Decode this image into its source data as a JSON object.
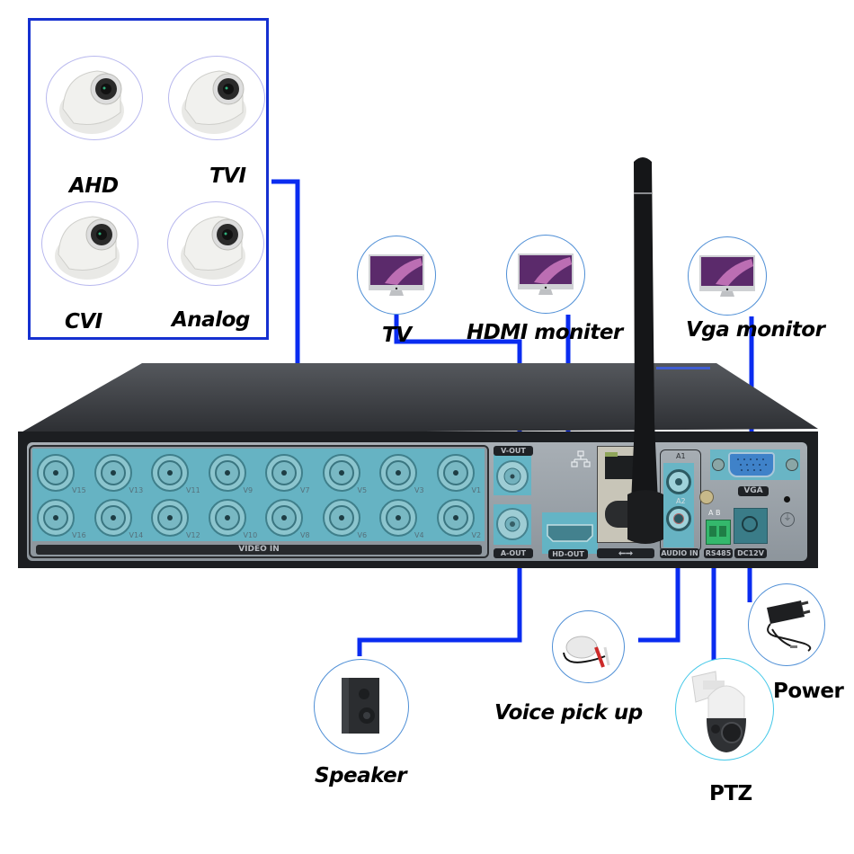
{
  "title": "DVR connection diagram",
  "colors": {
    "wire": "#0a2cf0",
    "camera_box_border": "#1530d0",
    "port_highlight": "#5fb7c9",
    "dvr_body": "#2b2d31",
    "panel": "#9ea6ad"
  },
  "camera_group": {
    "icon": "dome-camera-icon",
    "cameras": [
      {
        "label": "AHD"
      },
      {
        "label": "TVI"
      },
      {
        "label": "CVI"
      },
      {
        "label": "Analog"
      }
    ]
  },
  "displays": [
    {
      "label": "TV",
      "icon": "monitor-icon",
      "connects_to": "V-OUT"
    },
    {
      "label": "HDMI moniter",
      "icon": "monitor-icon",
      "connects_to": "HD-OUT"
    },
    {
      "label": "Vga monitor",
      "icon": "monitor-icon",
      "connects_to": "VGA"
    }
  ],
  "peripherals": [
    {
      "label": "Speaker",
      "icon": "speaker-icon",
      "connects_to": "A-OUT"
    },
    {
      "label": "Voice pick up",
      "icon": "microphone-icon",
      "connects_to": "AUDIO IN"
    },
    {
      "label": "PTZ",
      "icon": "ptz-camera-icon",
      "connects_to": "RS485"
    },
    {
      "label": "Power",
      "icon": "power-adapter-icon",
      "connects_to": "DC12V"
    }
  ],
  "dvr": {
    "video_in_label": "VIDEO IN",
    "video_ports_top": [
      "V15",
      "V13",
      "V11",
      "V9",
      "V7",
      "V5",
      "V3",
      "V1"
    ],
    "video_ports_bottom": [
      "V16",
      "V14",
      "V12",
      "V10",
      "V8",
      "V6",
      "V4",
      "V2"
    ],
    "v_out": "V-OUT",
    "a_out": "A-OUT",
    "hd_out": "HD-OUT",
    "usb_symbol": "⭠⭢",
    "audio_in": "AUDIO IN",
    "a1": "A1",
    "a2": "A2",
    "vga": "VGA",
    "rs485": "RS485",
    "rs485_pins": "A  B",
    "dc12v": "DC12V"
  }
}
